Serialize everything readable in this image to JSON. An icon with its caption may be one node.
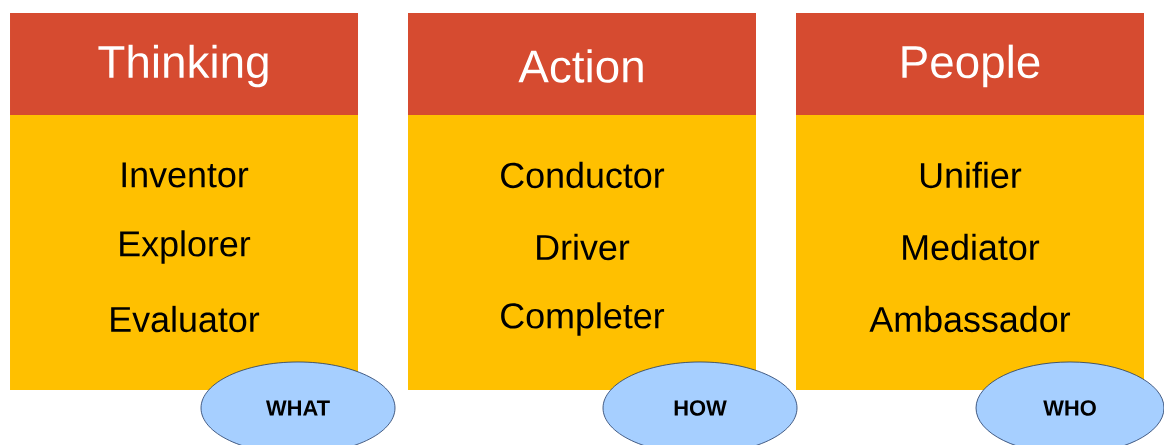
{
  "diagram": {
    "nodes": [
      {
        "text": [
          "Thinking",
          "Inventor",
          "Explorer",
          "Evaluator"
        ]
      },
      {
        "text": [
          "WHAT"
        ]
      },
      {
        "text": [
          "Action",
          "Conductor",
          "Driver",
          "Completer"
        ]
      },
      {
        "text": [
          "HOW"
        ]
      },
      {
        "text": [
          "People",
          "Unifier",
          "Mediator",
          "Ambassador"
        ]
      },
      {
        "text": [
          "WHO"
        ]
      }
    ]
  }
}
